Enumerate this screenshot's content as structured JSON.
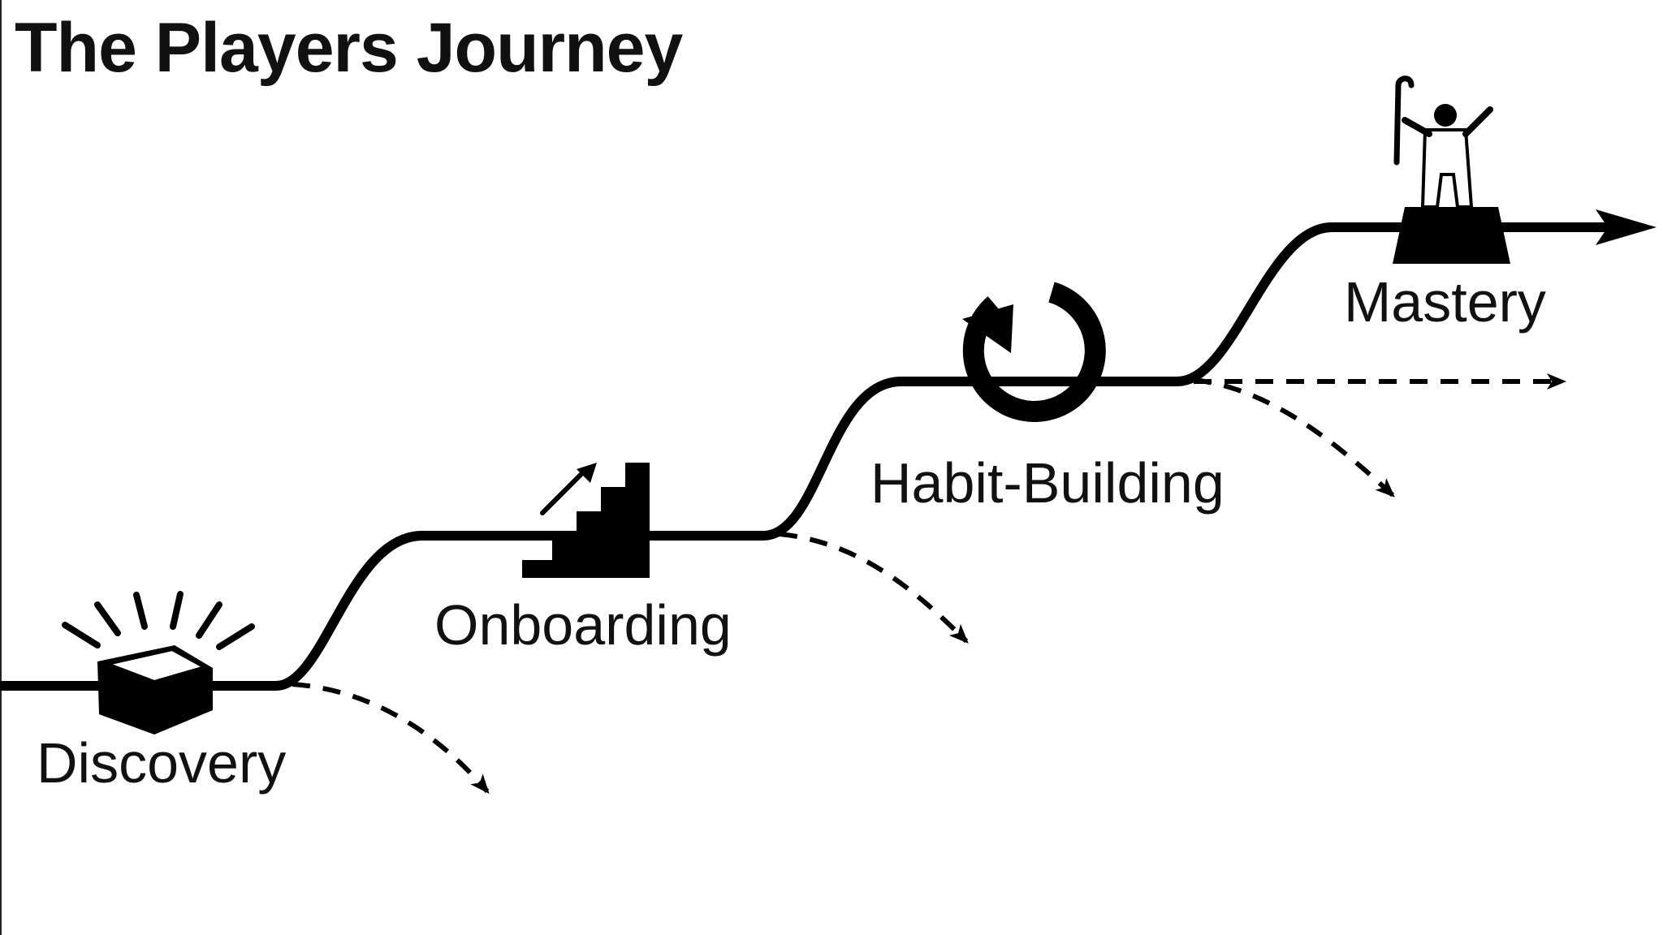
{
  "diagram": {
    "title": "The Players Journey",
    "stages": [
      {
        "label": "Discovery",
        "icon": "box-icon"
      },
      {
        "label": "Onboarding",
        "icon": "stairs-icon"
      },
      {
        "label": "Habit-Building",
        "icon": "cycle-icon"
      },
      {
        "label": "Mastery",
        "icon": "summit-figure-icon"
      }
    ],
    "colors": {
      "line": "#000000",
      "text": "#111111",
      "background": "#ffffff"
    }
  }
}
